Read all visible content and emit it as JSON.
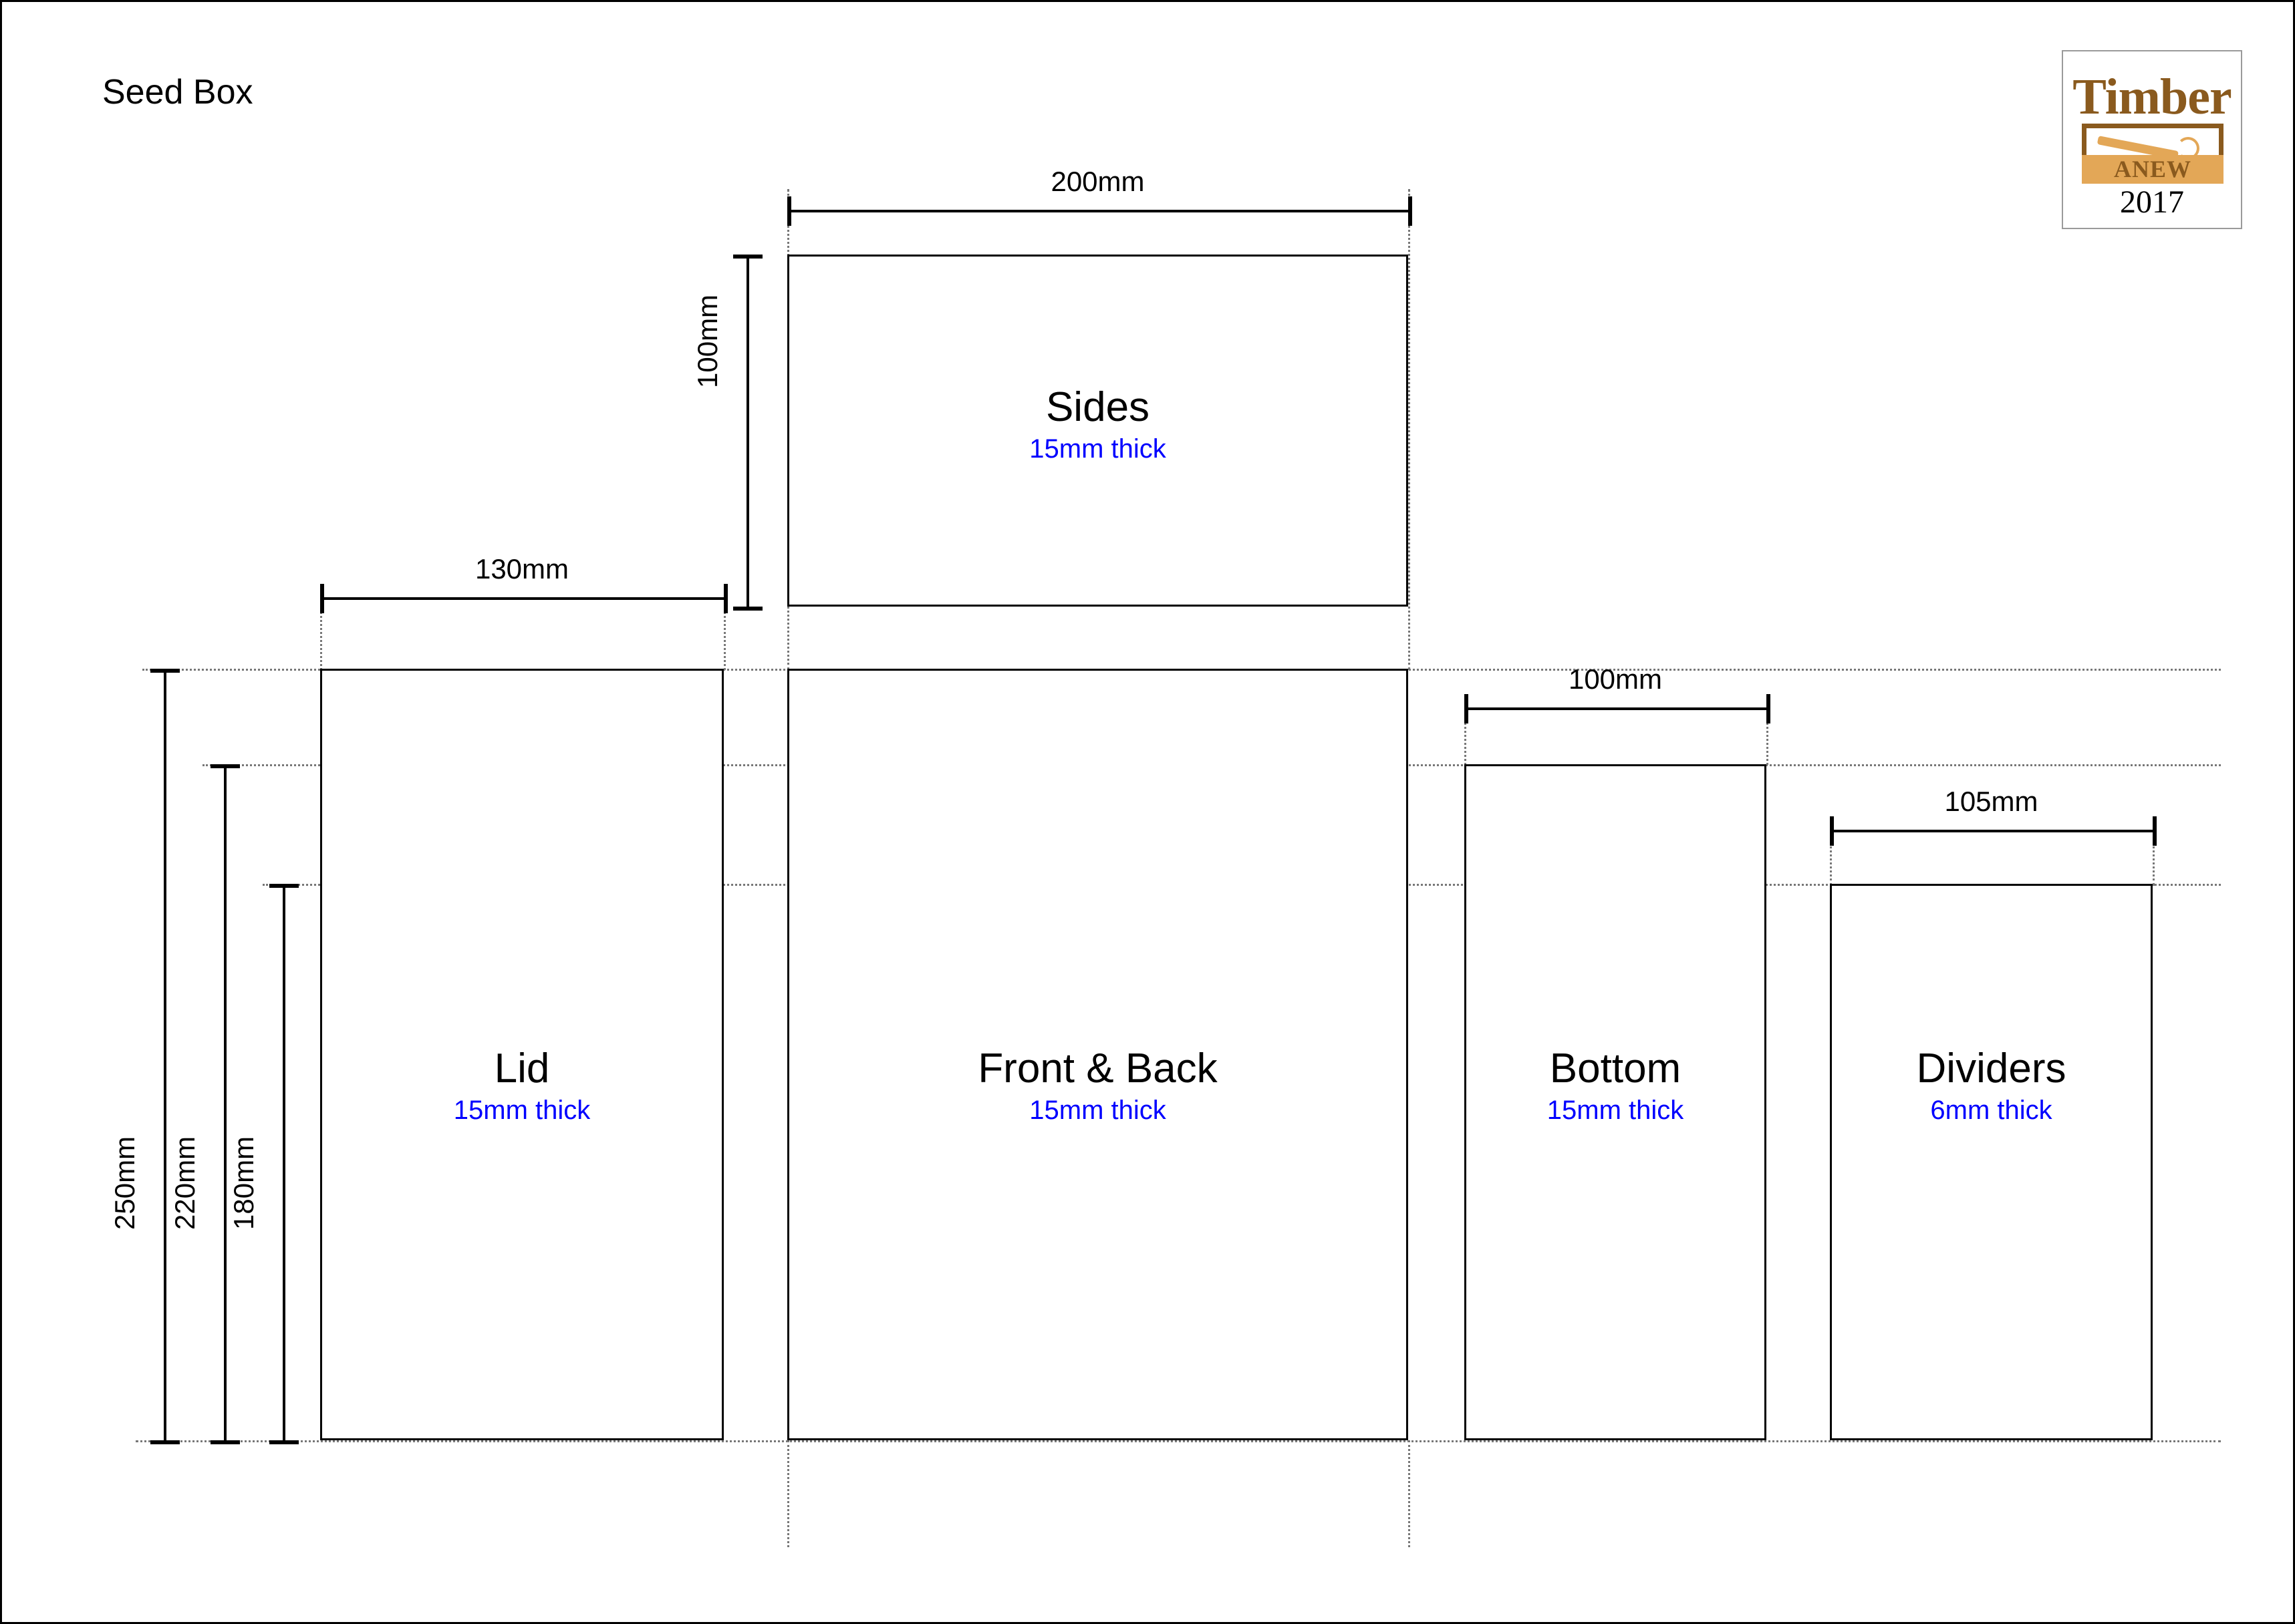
{
  "drawing": {
    "title": "Seed Box"
  },
  "logo": {
    "brand_top": "Timber",
    "brand_bottom": "ANEW",
    "year": "2017",
    "brand_color": "#8a5a1e",
    "plank_color": "#e3a757"
  },
  "style": {
    "thickness_color": "#0000FF",
    "line_color": "#000000",
    "extension_color": "#777777"
  },
  "panels": [
    {
      "key": "sides",
      "name": "Sides",
      "thickness": "15mm thick",
      "width_mm": 200,
      "height_mm": 100,
      "width_label": "200mm",
      "height_label": "100mm"
    },
    {
      "key": "lid",
      "name": "Lid",
      "thickness": "15mm thick",
      "width_mm": 130,
      "height_mm": 250,
      "width_label": "130mm",
      "height_label": "250mm"
    },
    {
      "key": "front_back",
      "name": "Front & Back",
      "thickness": "15mm thick",
      "width_mm": 200,
      "height_mm": 250,
      "width_label": "200mm",
      "height_label": "250mm"
    },
    {
      "key": "bottom",
      "name": "Bottom",
      "thickness": "15mm thick",
      "width_mm": 100,
      "height_mm": 220,
      "width_label": "100mm",
      "height_label": "220mm"
    },
    {
      "key": "dividers",
      "name": "Dividers",
      "thickness": "6mm thick",
      "width_mm": 105,
      "height_mm": 180,
      "width_label": "105mm",
      "height_label": "180mm"
    }
  ],
  "height_dimensions": [
    {
      "key": "h250",
      "label": "250mm",
      "value_mm": 250
    },
    {
      "key": "h220",
      "label": "220mm",
      "value_mm": 220
    },
    {
      "key": "h180",
      "label": "180mm",
      "value_mm": 180
    }
  ]
}
